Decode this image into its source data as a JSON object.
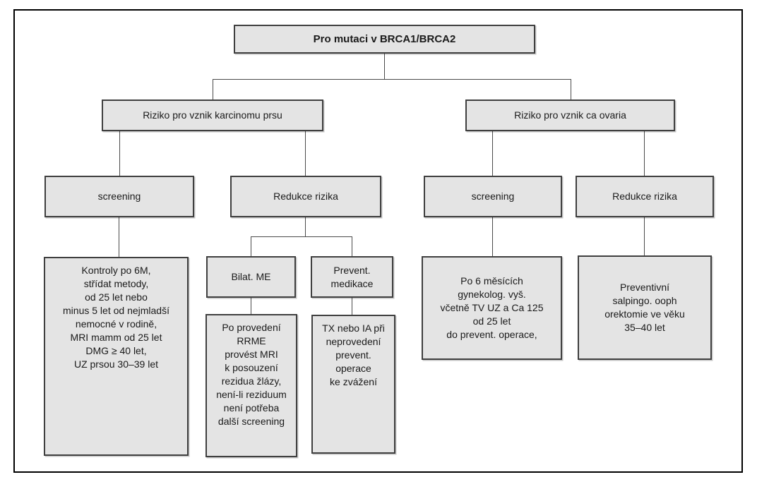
{
  "diagram_title": "Pro mutaci v BRCA1/BRCA2",
  "colors": {
    "box_fill": "#e4e4e4",
    "box_border": "#3f3f3f",
    "connector_line": "#4a4a4a",
    "frame_border": "#000000"
  },
  "nodes": {
    "root": {
      "label": "Pro mutaci v BRCA1/BRCA2"
    },
    "breast_risk": {
      "label": "Riziko pro vznik karcinomu prsu"
    },
    "ovarian_risk": {
      "label": "Riziko pro vznik ca ovaria"
    },
    "breast_screening": {
      "label": "screening"
    },
    "breast_reduction": {
      "label": "Redukce rizika"
    },
    "ovarian_screening": {
      "label": "screening"
    },
    "ovarian_reduction": {
      "label": "Redukce rizika"
    },
    "breast_screening_detail": {
      "lines": [
        "Kontroly po 6M,",
        "střídat metody,",
        "od 25 let nebo",
        "minus 5 let od nejmladší",
        "nemocné v rodině,",
        "MRI mamm od 25 let",
        "DMG ≥ 40 let,",
        "UZ prsou 30–39 let"
      ]
    },
    "bilateral_me": {
      "label": "Bilat. ME"
    },
    "preventive_medication": {
      "lines": [
        "Prevent.",
        "medikace"
      ]
    },
    "bilateral_me_detail": {
      "lines": [
        "Po provedení",
        "RRME",
        "provést MRI",
        "k posouzení",
        "rezidua žlázy,",
        "není-li reziduum",
        "není potřeba",
        "další screening"
      ]
    },
    "preventive_medication_detail": {
      "lines": [
        "TX nebo IA při",
        "neprovedení",
        "prevent.",
        "operace",
        "ke zvážení"
      ]
    },
    "ovarian_screening_detail": {
      "lines": [
        "Po 6 měsících",
        "gynekolog. vyš.",
        "včetně TV UZ a Ca 125",
        "od 25 let",
        "do prevent. operace,"
      ]
    },
    "ovarian_reduction_detail": {
      "lines": [
        "Preventivní",
        "salpingo. ooph",
        "orektomie ve věku",
        "35–40 let"
      ]
    }
  }
}
